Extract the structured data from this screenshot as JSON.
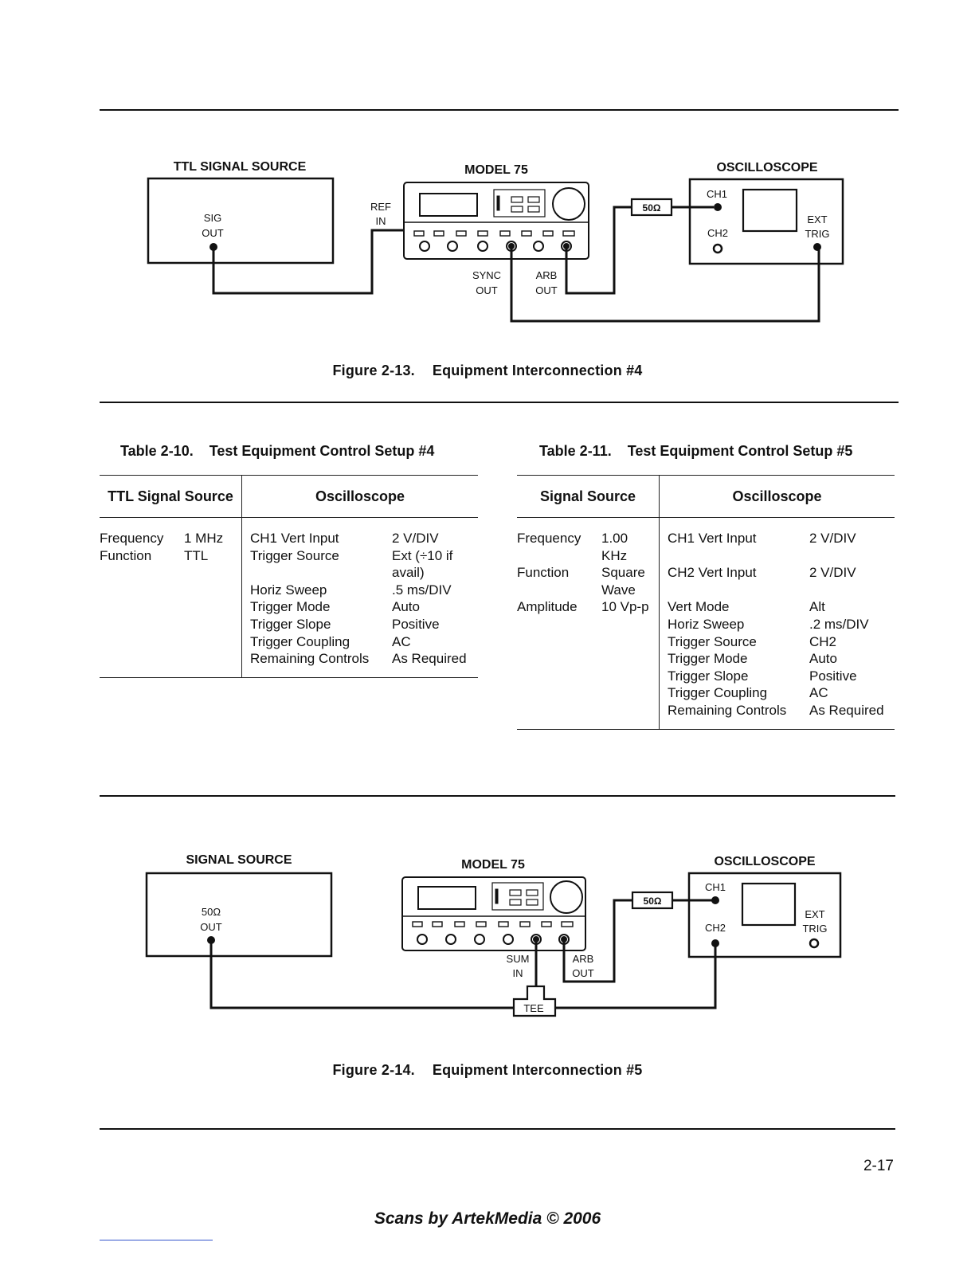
{
  "figure13": {
    "ttl_source_title": "TTL SIGNAL SOURCE",
    "sig_label": "SIG",
    "out_label": "OUT",
    "model_title": "MODEL 75",
    "ref_label": "REF",
    "in_label": "IN",
    "sync_label": "SYNC",
    "sync_out_label": "OUT",
    "arb_label": "ARB",
    "arb_out_label": "OUT",
    "load_label": "50Ω",
    "scope_title": "OSCILLOSCOPE",
    "ch1_label": "CH1",
    "ch2_label": "CH2",
    "ext_label": "EXT",
    "trig_label": "TRIG",
    "caption_num": "Figure 2-13.",
    "caption_text": "Equipment Interconnection #4"
  },
  "table10": {
    "caption_num": "Table 2-10.",
    "caption_text": "Test Equipment Control Setup #4",
    "col1_header": "TTL Signal Source",
    "col2_header": "Oscilloscope",
    "source_rows": [
      {
        "k": "Frequency",
        "v": "1 MHz"
      },
      {
        "k": "Function",
        "v": "TTL"
      }
    ],
    "scope_rows": [
      {
        "k": "CH1 Vert Input",
        "v": "2 V/DIV"
      },
      {
        "k": "Trigger Source",
        "v": "Ext (÷10 if avail)"
      },
      {
        "k": "Horiz Sweep",
        "v": ".5 ms/DIV"
      },
      {
        "k": "Trigger Mode",
        "v": "Auto"
      },
      {
        "k": "Trigger Slope",
        "v": "Positive"
      },
      {
        "k": "Trigger Coupling",
        "v": "AC"
      },
      {
        "k": "Remaining Controls",
        "v": "As Required"
      }
    ]
  },
  "table11": {
    "caption_num": "Table 2-11.",
    "caption_text": "Test Equipment Control Setup #5",
    "col1_header": "Signal Source",
    "col2_header": "Oscilloscope",
    "source_rows": [
      {
        "k": "Frequency",
        "v": "1.00 KHz"
      },
      {
        "k": "Function",
        "v": "Square Wave"
      },
      {
        "k": "Amplitude",
        "v": "10 Vp-p"
      }
    ],
    "scope_rows": [
      {
        "k": "CH1 Vert Input",
        "v": "2 V/DIV"
      },
      {
        "k": "CH2 Vert Input",
        "v": "2 V/DIV"
      },
      {
        "k": "Vert Mode",
        "v": "Alt"
      },
      {
        "k": "Horiz Sweep",
        "v": ".2 ms/DIV"
      },
      {
        "k": "Trigger Source",
        "v": "CH2"
      },
      {
        "k": "Trigger Mode",
        "v": "Auto"
      },
      {
        "k": "Trigger Slope",
        "v": "Positive"
      },
      {
        "k": "Trigger Coupling",
        "v": "AC"
      },
      {
        "k": "Remaining Controls",
        "v": "As Required"
      }
    ]
  },
  "figure14": {
    "source_title": "SIGNAL SOURCE",
    "ohm_label": "50Ω",
    "out_label": "OUT",
    "model_title": "MODEL 75",
    "sum_label": "SUM",
    "in_label": "IN",
    "arb_label": "ARB",
    "arb_out_label": "OUT",
    "load_label": "50Ω",
    "tee_label": "TEE",
    "scope_title": "OSCILLOSCOPE",
    "ch1_label": "CH1",
    "ch2_label": "CH2",
    "ext_label": "EXT",
    "trig_label": "TRIG",
    "caption_num": "Figure 2-14.",
    "caption_text": "Equipment Interconnection #5"
  },
  "page_number": "2-17",
  "footer_text": "Scans by ArtekMedia © 2006"
}
